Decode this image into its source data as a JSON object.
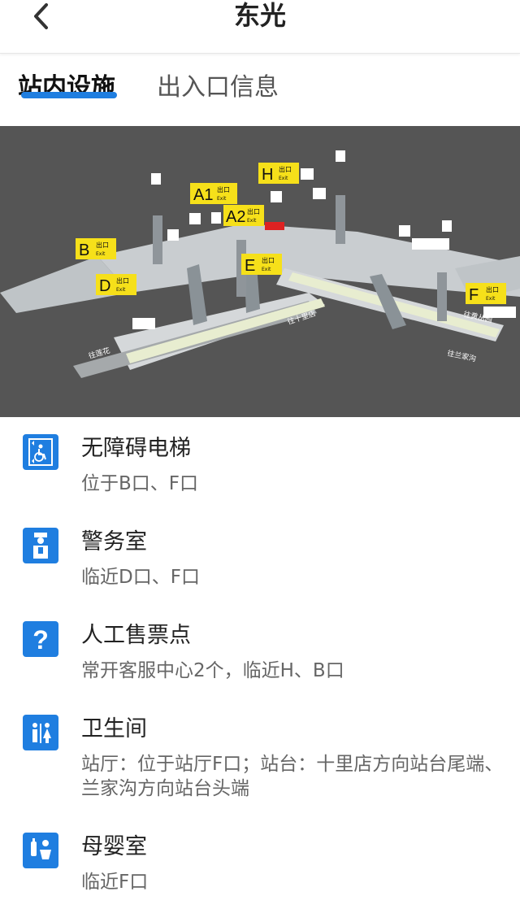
{
  "header": {
    "title": "东光",
    "back_icon": "chevron-left-icon"
  },
  "tabs": [
    {
      "label": "站内设施",
      "active": true
    },
    {
      "label": "出入口信息",
      "active": false
    }
  ],
  "accent_color": "#1f7ee0",
  "diagram": {
    "exits": [
      {
        "letter": "H",
        "cn": "出口",
        "en": "Exit"
      },
      {
        "letter": "A1",
        "cn": "出口",
        "en": "Exit"
      },
      {
        "letter": "A2",
        "cn": "出口",
        "en": "Exit"
      },
      {
        "letter": "B",
        "cn": "出口",
        "en": "Exit"
      },
      {
        "letter": "D",
        "cn": "出口",
        "en": "Exit"
      },
      {
        "letter": "E",
        "cn": "出口",
        "en": "Exit"
      },
      {
        "letter": "F",
        "cn": "出口",
        "en": "Exit"
      }
    ],
    "directions": [
      {
        "cn": "往十里店"
      },
      {
        "cn": "往莲花"
      },
      {
        "cn": "往黄丛园"
      },
      {
        "cn": "往兰家沟"
      }
    ]
  },
  "facilities": [
    {
      "icon": "accessible-elevator-icon",
      "name": "无障碍电梯",
      "desc": "位于B口、F口"
    },
    {
      "icon": "police-icon",
      "name": "警务室",
      "desc": "临近D口、F口"
    },
    {
      "icon": "question-mark-icon",
      "name": "人工售票点",
      "desc": "常开客服中心2个，临近H、B口"
    },
    {
      "icon": "restroom-icon",
      "name": "卫生间",
      "desc": "站厅：位于站厅F口；站台：十里店方向站台尾端、兰家沟方向站台头端"
    },
    {
      "icon": "nursing-room-icon",
      "name": "母婴室",
      "desc": "临近F口"
    }
  ]
}
